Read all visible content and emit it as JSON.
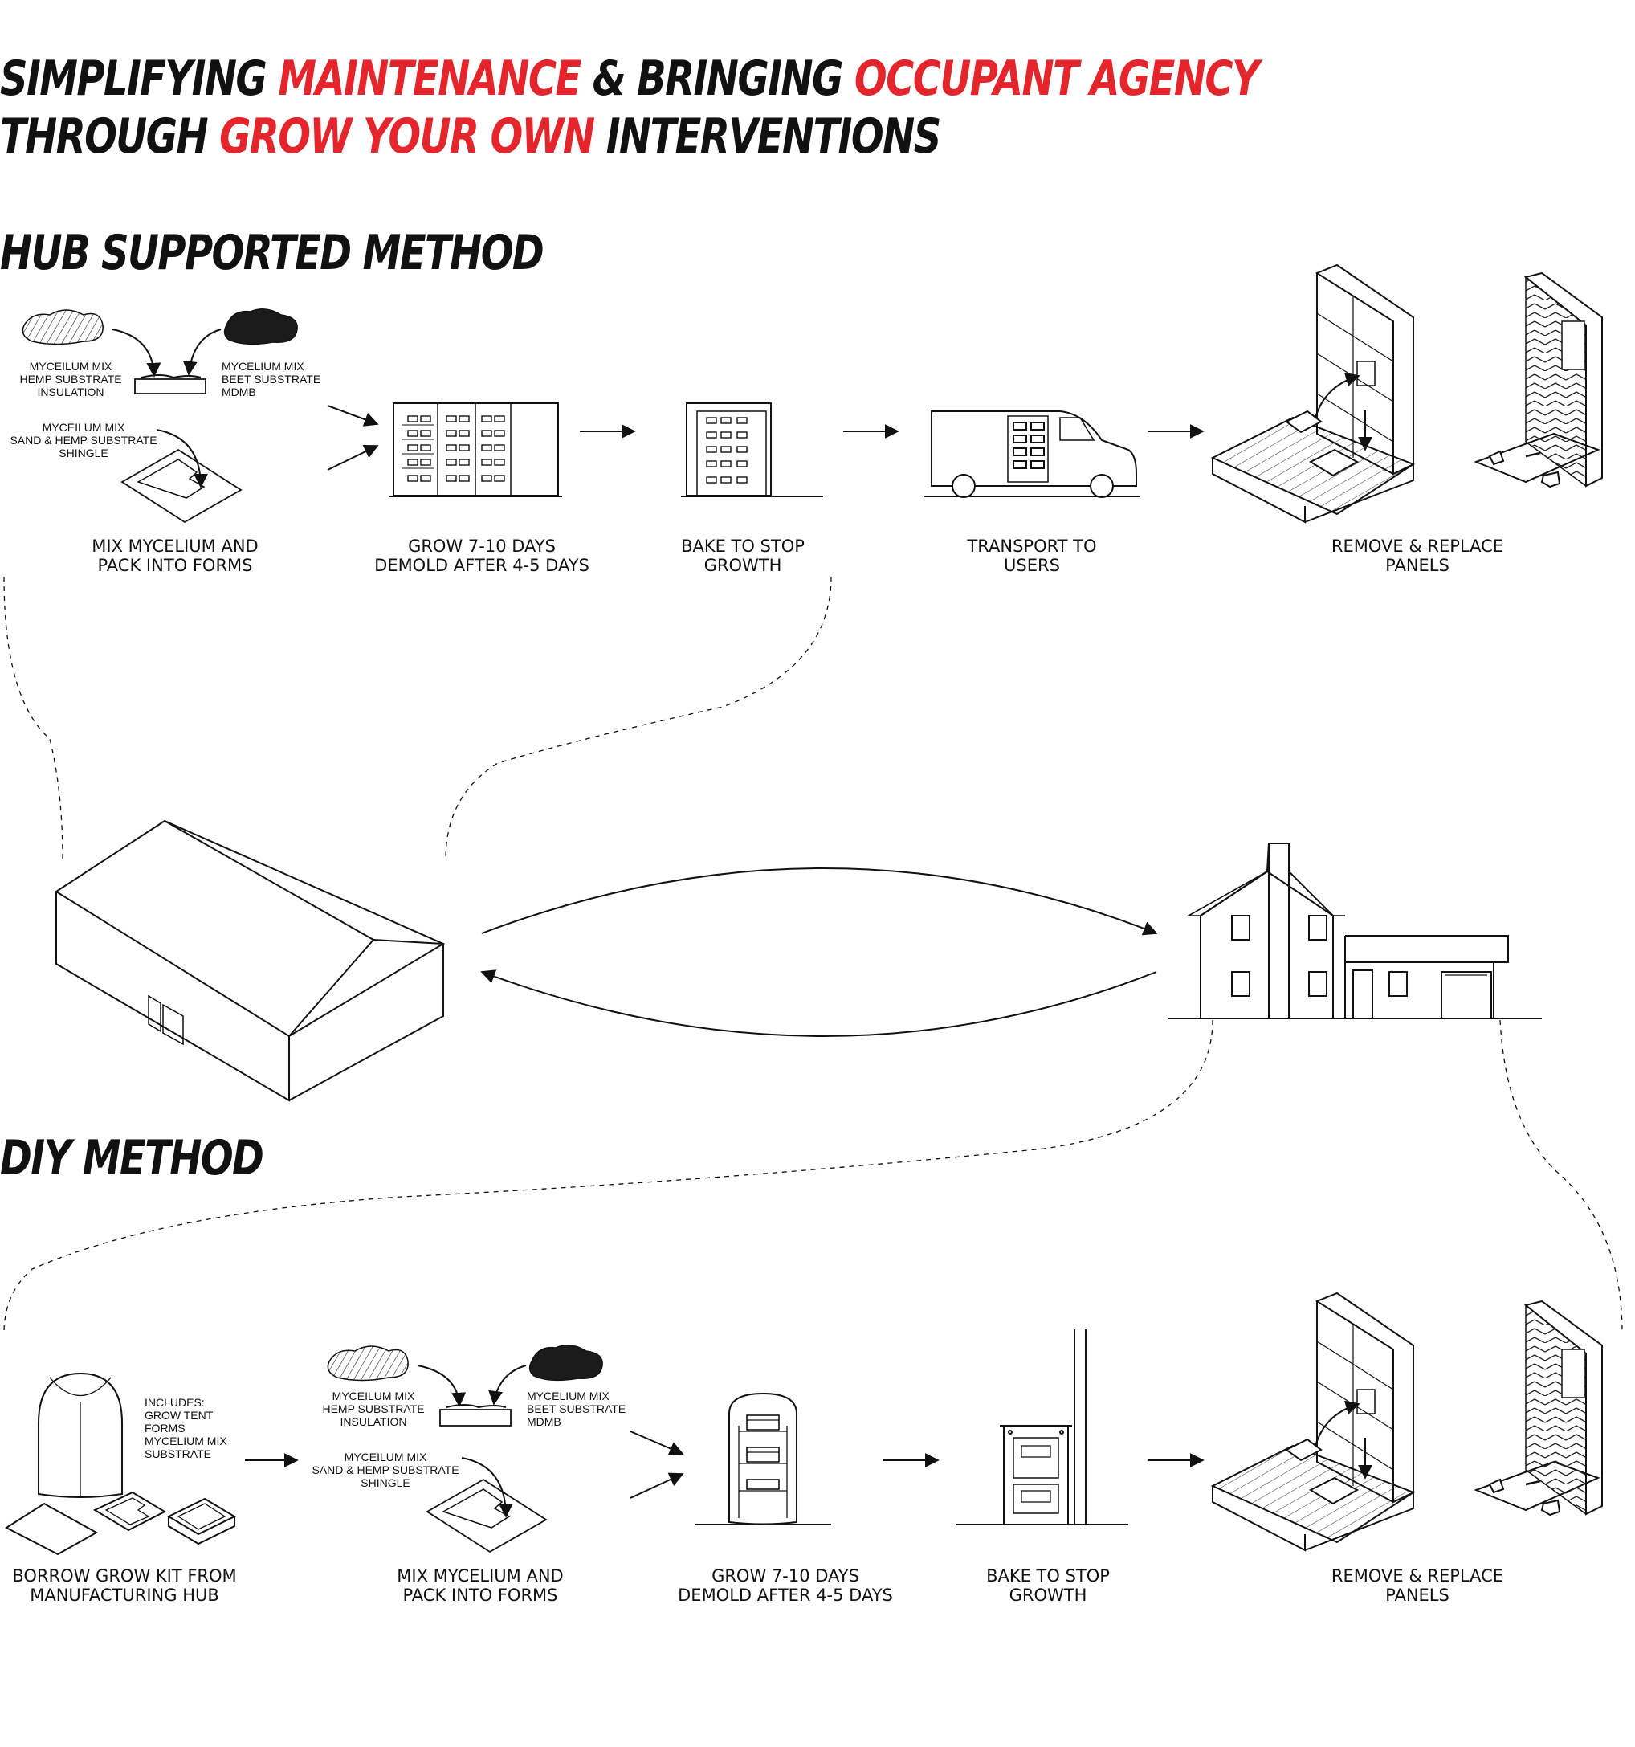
{
  "title": {
    "line1_a": "SIMPLIFYING ",
    "line1_b": "MAINTENANCE",
    "line1_c": " & BRINGING ",
    "line1_d": "OCCUPANT AGENCY",
    "line2_a": "THROUGH ",
    "line2_b": "GROW YOUR OWN",
    "line2_c": " INTERVENTIONS",
    "accent_color": "#e4262c"
  },
  "hub": {
    "heading": "HUB SUPPORTED METHOD",
    "labels": {
      "insulation": [
        "MYCEILUM MIX",
        "HEMP SUBSTRATE",
        "INSULATION"
      ],
      "mdmb": [
        "MYCELIUM MIX",
        "BEET SUBSTRATE",
        "MDMB"
      ],
      "shingle": [
        "MYCEILUM MIX",
        "SAND & HEMP SUBSTRATE",
        "SHINGLE"
      ]
    },
    "steps": [
      {
        "line1": "MIX MYCELIUM AND",
        "line2": "PACK INTO FORMS"
      },
      {
        "line1": "GROW 7-10 DAYS",
        "line2": "DEMOLD AFTER 4-5 DAYS"
      },
      {
        "line1": "BAKE TO STOP",
        "line2": "GROWTH"
      },
      {
        "line1": "TRANSPORT TO",
        "line2": "USERS"
      },
      {
        "line1": "REMOVE & REPLACE",
        "line2": "PANELS"
      }
    ]
  },
  "diy": {
    "heading": "DIY METHOD",
    "kit_includes": [
      "INCLUDES:",
      "GROW TENT",
      "FORMS",
      "MYCELIUM MIX",
      "SUBSTRATE"
    ],
    "labels": {
      "insulation": [
        "MYCEILUM MIX",
        "HEMP SUBSTRATE",
        "INSULATION"
      ],
      "mdmb": [
        "MYCELIUM MIX",
        "BEET SUBSTRATE",
        "MDMB"
      ],
      "shingle": [
        "MYCEILUM MIX",
        "SAND & HEMP SUBSTRATE",
        "SHINGLE"
      ]
    },
    "steps": [
      {
        "line1": "BORROW GROW KIT FROM",
        "line2": "MANUFACTURING HUB"
      },
      {
        "line1": "MIX MYCELIUM AND",
        "line2": "PACK INTO FORMS"
      },
      {
        "line1": "GROW 7-10 DAYS",
        "line2": "DEMOLD AFTER 4-5 DAYS"
      },
      {
        "line1": "BAKE TO STOP",
        "line2": "GROWTH"
      },
      {
        "line1": "REMOVE & REPLACE",
        "line2": "PANELS"
      }
    ]
  }
}
